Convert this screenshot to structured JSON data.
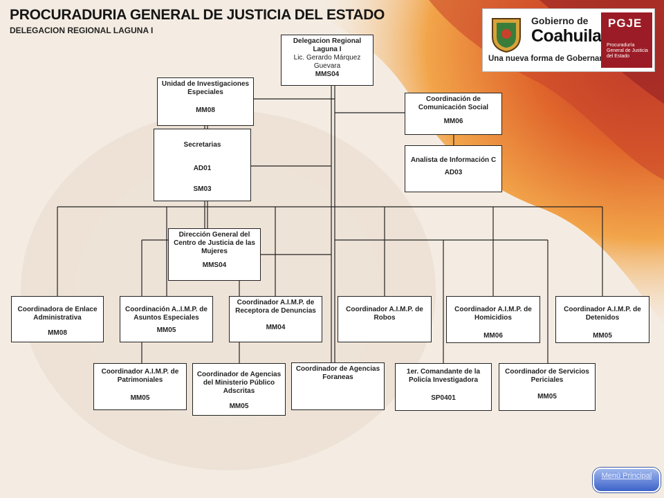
{
  "header": {
    "title": "PROCURADURIA GENERAL DE JUSTICIA DEL ESTADO",
    "subtitle": "DELEGACION REGIONAL LAGUNA I"
  },
  "logo": {
    "line1": "Gobierno de",
    "line2": "Coahuila",
    "slogan": "Una nueva forma de Gobernar",
    "acronym": "PGJE",
    "org": "Procuraduría General de Justicia del Estado"
  },
  "nodes": {
    "delegacion": {
      "name": "Delegacion Regional Laguna I",
      "person": "Lic. Gerardo Márquez Guevara",
      "code": "MMS04"
    },
    "unidad": {
      "name": "Unidad de Investigaciones Especiales",
      "code": "MM08"
    },
    "comunicacion": {
      "name": "Coordinación de Comunicación Social",
      "code": "MM06"
    },
    "secretarias": {
      "name": "Secretarias",
      "code1": "AD01",
      "code2": "SM03"
    },
    "analista": {
      "name": "Analista de Información C",
      "code": "AD03"
    },
    "direccion": {
      "name": "Dirección General del Centro de Justicia de las Mujeres",
      "code": "MMS04"
    },
    "enlace": {
      "name": "Coordinadora de Enlace Administrativa",
      "code": "MM08"
    },
    "asuntos": {
      "name": "Coordinación A..I.M.P. de Asuntos Especiales",
      "code": "MM05"
    },
    "receptora": {
      "name": "Coordinador A.I.M.P. de Receptora de Denuncias",
      "code": "MM04"
    },
    "robos": {
      "name": "Coordinador A.I.M.P. de Robos"
    },
    "homicidios": {
      "name": "Coordinador A.I.M.P. de Homicidios",
      "code": "MM06"
    },
    "detenidos": {
      "name": "Coordinador A.I.M.P. de Detenidos",
      "code": "MM05"
    },
    "patrimoniales": {
      "name": "Coordinador A.I.M.P. de Patrimoniales",
      "code": "MM05"
    },
    "agencias_mp": {
      "name": "Coordinador de Agencias del Ministerio Público Adscritas",
      "code": "MM05"
    },
    "foraneas": {
      "name": "Coordinador de Agencias Foraneas"
    },
    "comandante": {
      "name": "1er. Comandante de la Policía Investigadora",
      "code": "SP0401"
    },
    "periciales": {
      "name": "Coordinador de Servicios Periciales",
      "code": "MM05"
    }
  },
  "menu": {
    "label": "Menú Principal"
  },
  "colors": {
    "background": "#f4ece2",
    "accent_orange": "#e8862c",
    "accent_red": "#c8412a",
    "pgje": "#9b1c26",
    "button": "#3c62c8"
  }
}
